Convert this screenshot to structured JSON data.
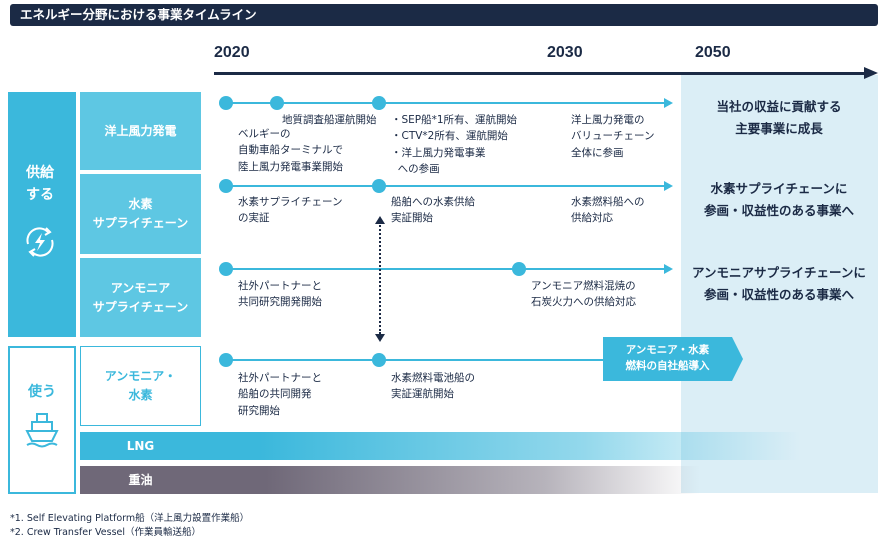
{
  "title": "エネルギー分野における事業タイムライン",
  "years": [
    "2020",
    "2030",
    "2050"
  ],
  "groups": {
    "supply": "供給\nする",
    "use": "使う"
  },
  "categories": {
    "offshore": "洋上風力発電",
    "hydrogen": "水素\nサプライチェーン",
    "ammonia": "アンモニア\nサプライチェーン",
    "ammonia_h2_use": "アンモニア・\n水素",
    "lng": "LNG",
    "heavy_oil": "重油"
  },
  "milestones": {
    "offshore_1": "ベルギーの\n自動車船ターミナルで\n陸上風力発電事業開始",
    "offshore_2": "地質調査船運航開始",
    "offshore_3": "・SEP船*1所有、運航開始\n・CTV*2所有、運航開始\n・洋上風力発電事業\n  への参画",
    "offshore_4": "洋上風力発電の\nバリューチェーン\n全体に参画",
    "hydrogen_1": "水素サプライチェーン\nの実証",
    "hydrogen_2": "船舶への水素供給\n実証開始",
    "hydrogen_3": "水素燃料船への\n供給対応",
    "ammonia_1": "社外パートナーと\n共同研究開発開始",
    "ammonia_2": "アンモニア燃料混焼の\n石炭火力への供給対応",
    "use_1": "社外パートナーと\n船舶の共同開発\n研究開始",
    "use_2": "水素燃料電池船の\n実証運航開始",
    "use_3": "アンモニア・水素\n燃料の自社船導入"
  },
  "goals": {
    "offshore": "当社の収益に貢献する\n主要事業に成長",
    "hydrogen": "水素サプライチェーンに\n参画・収益性のある事業へ",
    "ammonia": "アンモニアサプライチェーンに\n参画・収益性のある事業へ"
  },
  "footnotes": [
    "*1. Self Elevating Platform船（洋上風力設置作業船）",
    "*2. Crew Transfer Vessel（作業員輸送船）"
  ],
  "colors": {
    "accent": "#3bb8dc",
    "navy": "#1b2a45",
    "future_bg": "#dbeef6",
    "oil": "#6f6878"
  },
  "icons": [
    "recycle-lightning-icon",
    "ship-icon"
  ]
}
